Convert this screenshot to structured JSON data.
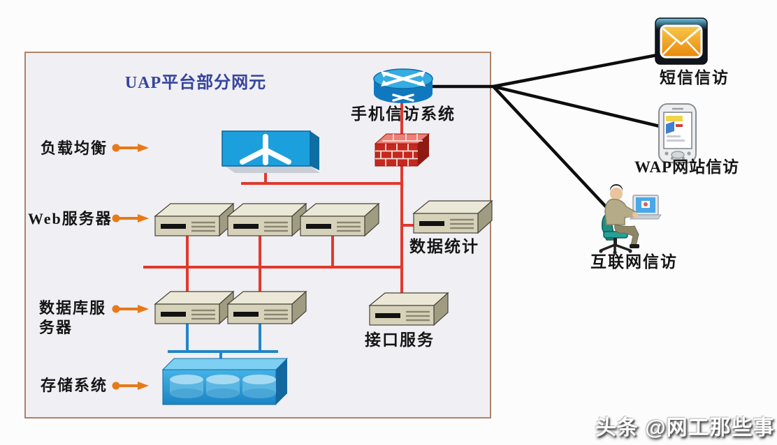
{
  "diagram": {
    "box_title": "UAP平台部分网元",
    "row_labels": [
      {
        "label": "负载均衡"
      },
      {
        "label": "Web服务器"
      },
      {
        "label": "数据库服务器"
      },
      {
        "label": "存储系统"
      }
    ],
    "nodes": {
      "router_label": "手机信访系统",
      "stats_server_label": "数据统计",
      "interface_server_label": "接口服务"
    },
    "endpoints": [
      {
        "label": "短信信访",
        "icon": "email-icon"
      },
      {
        "label": "WAP网站信访",
        "icon": "mobile-phone-icon"
      },
      {
        "label": "互联网信访",
        "icon": "person-at-computer-icon"
      }
    ],
    "watermark": "头条 @网工那些事",
    "colors": {
      "title_blue": "#35459e",
      "box_border": "#b08264",
      "box_background": "#f0eff3",
      "red_link": "#e0392e",
      "blue_link": "#2285c8",
      "black_link": "#0d0d0d",
      "arrow_orange": "#e87918",
      "server_beige": "#d6d2ba",
      "device_blue": "#1b9fdd",
      "firewall_red": "#c4281e"
    }
  }
}
